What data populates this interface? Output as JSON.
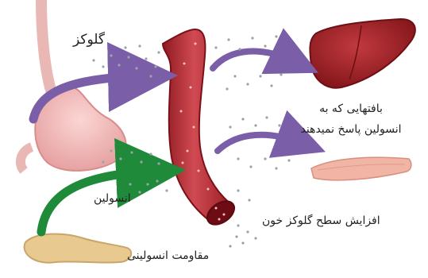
{
  "labels": {
    "glucose": "گلوکز",
    "insulin": "انسولین",
    "liver_muscle_line1": "بافتهایی که به",
    "liver_muscle_line2": "انسولین پاسخ نمیدهند",
    "blood_glucose_rise": "افزایش سطح گلوکز خون",
    "insulin_resistance": "مقاومت انسولینی"
  },
  "colors": {
    "glucose_arrow": "#7b5ea8",
    "insulin_arrow": "#1f8a3a",
    "vessel": "#b3242e",
    "liver": "#9e1c22",
    "stomach": "#f2b3b3",
    "pancreas": "#e8c98f",
    "muscle": "#f1b5a6",
    "dots": "#9aa3a8"
  }
}
